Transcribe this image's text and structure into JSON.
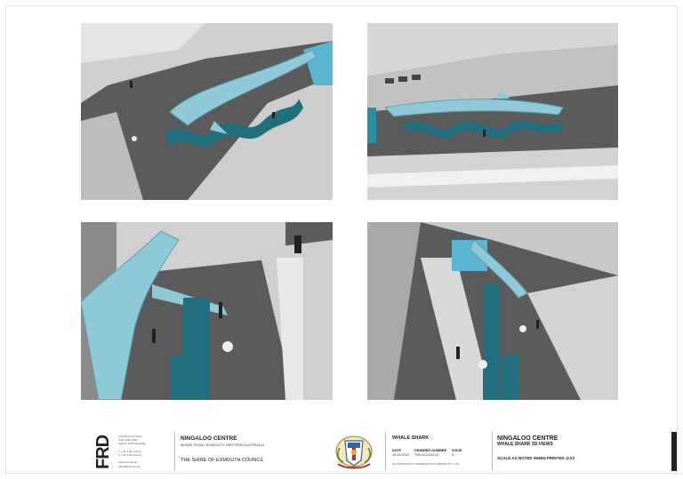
{
  "views": [
    {
      "id": "view-1"
    },
    {
      "id": "view-2"
    },
    {
      "id": "view-3"
    },
    {
      "id": "view-4"
    }
  ],
  "title_block": {
    "logo": "FRD",
    "firm_lines": [
      "199 Nnnnnnn Street",
      "Surry Hills NSW",
      "Sydney NSW Australia",
      "",
      "T + 61 2 9nnn 9nnn",
      "F + 61 2 9nnn 9nnn",
      "",
      "www.frd.com.au",
      "office@frd.com.au"
    ],
    "project_title": "NINGALOO CENTRE",
    "project_address": "MURAT ROAD, EXMOUTH, WESTERN AUSTRALIA",
    "client": "THE SHIRE OF EXMOUTH COUNCIL",
    "drawing_subject": "WHALE SHARK",
    "date_label": "DATE",
    "date_value": "15.03.2016",
    "drawing_number_label": "DRAWING NUMBER",
    "drawing_number_value": "TBD.M-D030-02",
    "issue_label": "ISSUE",
    "issue_value": "A",
    "copyright": "ALL DRAWINGS © FREEMAN RYAN DESIGN PTY LTD",
    "sheet_title_1": "NINGALOO CENTRE",
    "sheet_title_2": "WHALE SHARK 3D VIEWS",
    "scale_note": "SCALE  AS NOTED WHEN PRINTED @A3"
  },
  "colors": {
    "model_teal": "#2b8fa3",
    "wall_grey": "#d7d7d7",
    "floor_grey": "#5b5b5b"
  }
}
